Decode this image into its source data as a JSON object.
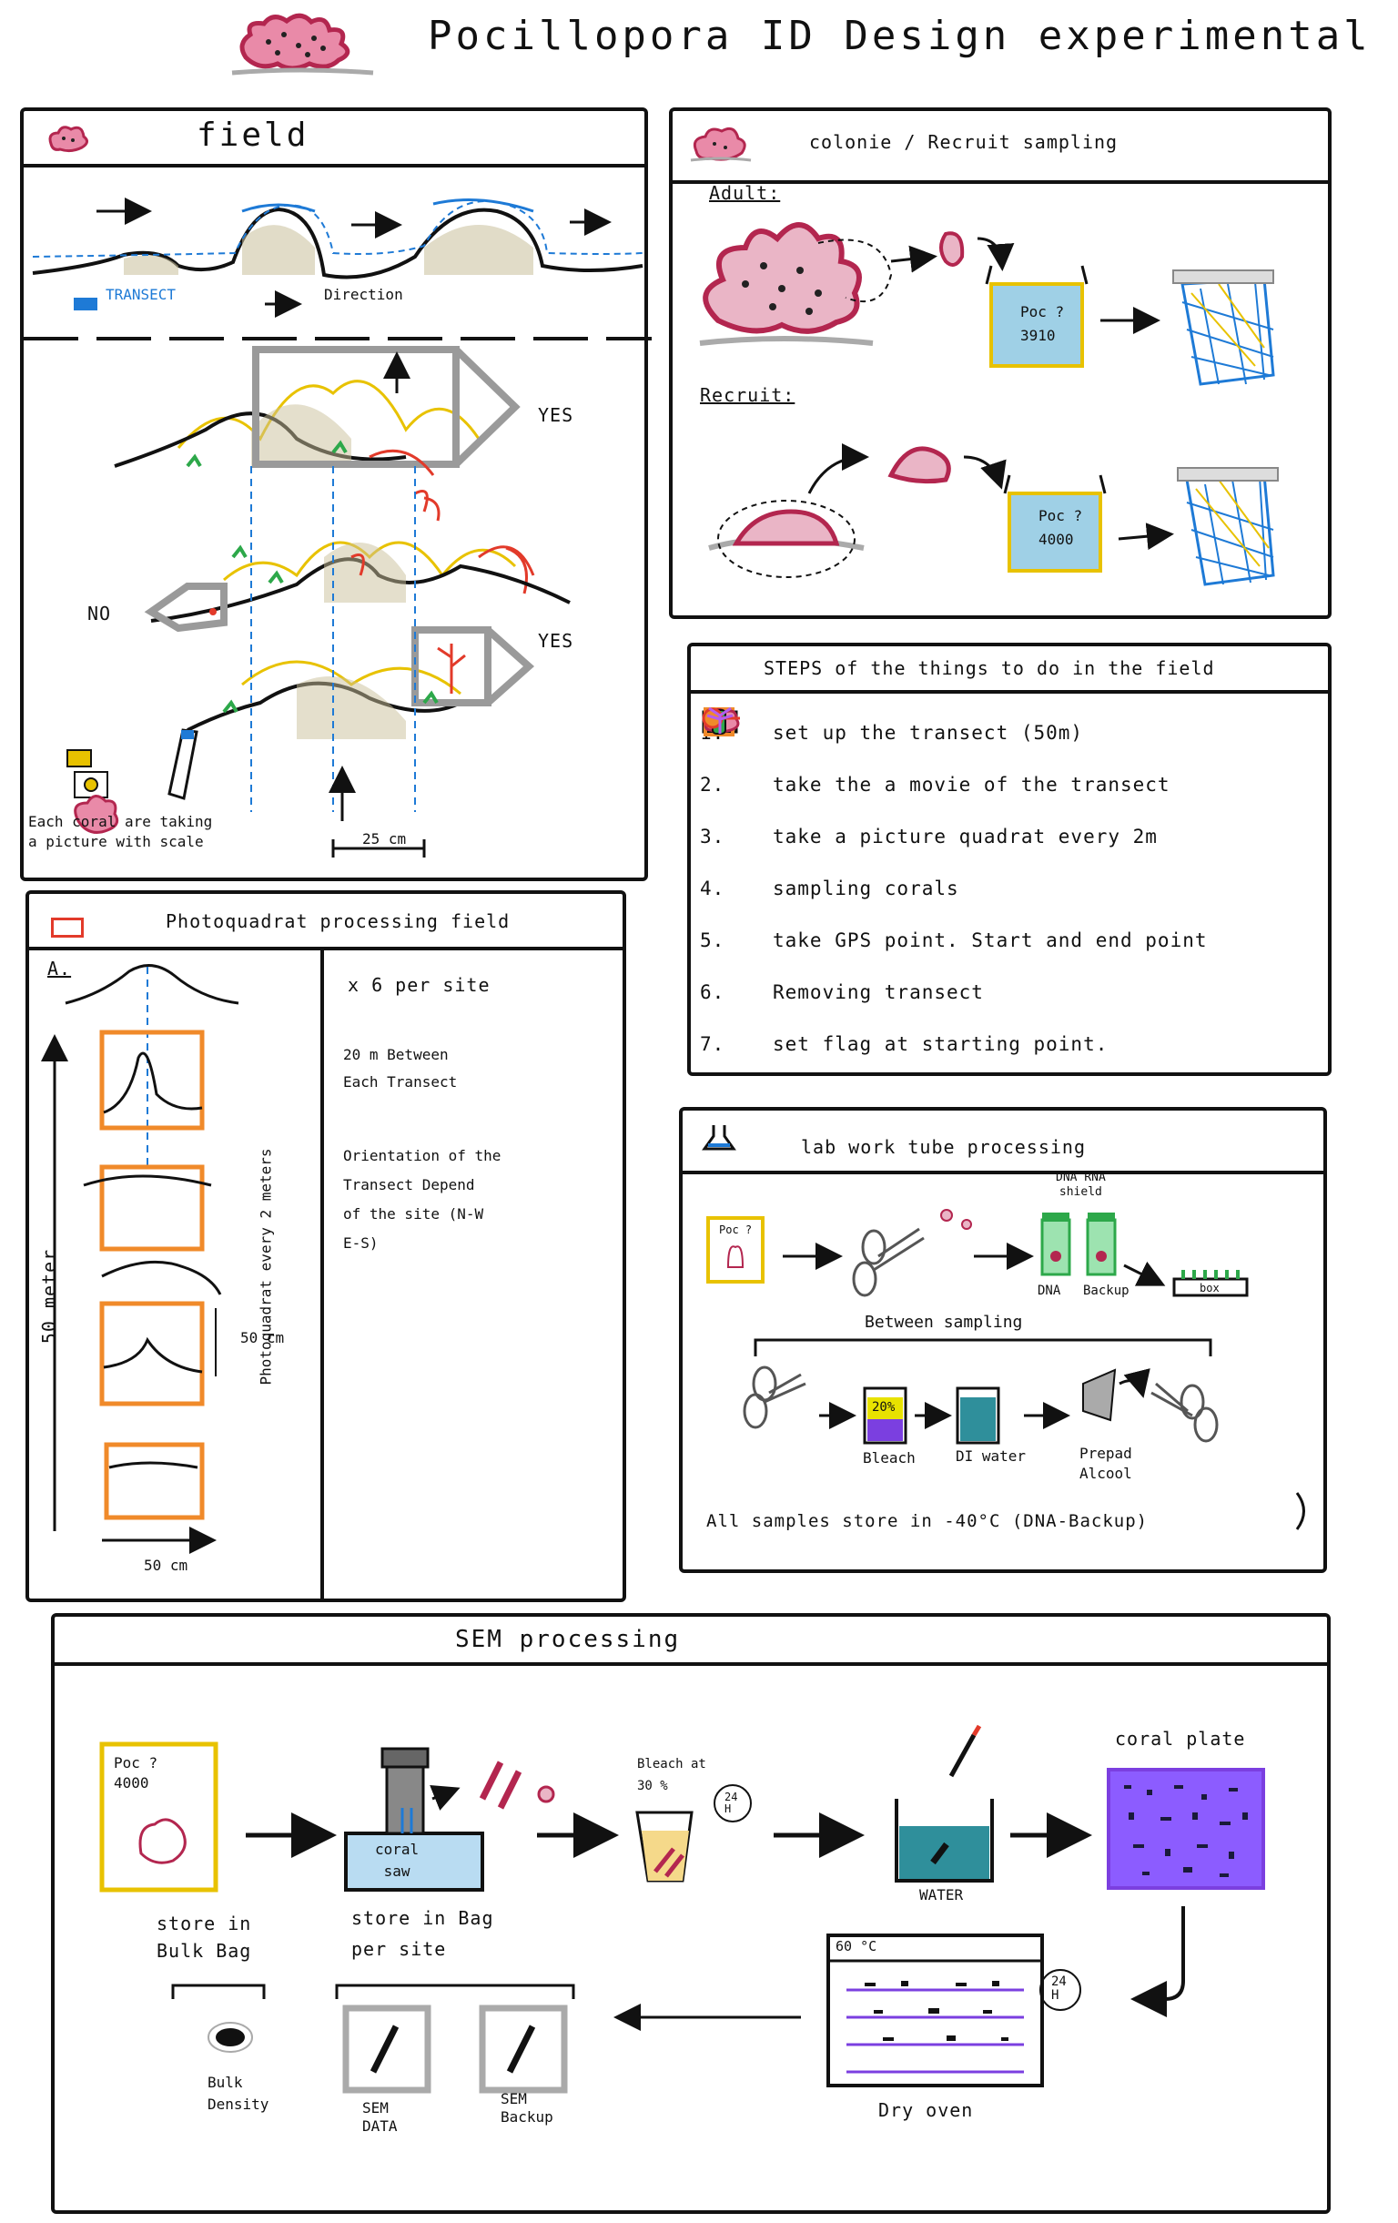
{
  "title": "Pocillopora ID Design experimental",
  "field": {
    "title": "field",
    "legend_transect": "TRANSECT",
    "legend_direction": "Direction",
    "yes1": "YES",
    "yes2": "YES",
    "no": "NO",
    "caption": "Each coral are taking\na picture with scale",
    "scale": "25 cm"
  },
  "colonie": {
    "title": "colonie / Recruit sampling",
    "adult": "Adult:",
    "recruit": "Recruit:",
    "tube1": "Poc ?\n3910",
    "tube2": "Poc ?\n4000"
  },
  "steps": {
    "title": "STEPS of the things to do in the field",
    "items": [
      {
        "num": "1.",
        "text": "set up the transect (50m)"
      },
      {
        "num": "2.",
        "text": "take the a movie of the transect"
      },
      {
        "num": "3.",
        "text": "take a picture quadrat every 2m"
      },
      {
        "num": "4.",
        "text": "sampling corals"
      },
      {
        "num": "5.",
        "text": "take GPS point. Start and end point"
      },
      {
        "num": "6.",
        "text": "Removing transect"
      },
      {
        "num": "7.",
        "text": "set flag at starting point."
      }
    ]
  },
  "photo": {
    "title": "Photoquadrat processing field",
    "a": "A.",
    "vertical_left": "50 meter",
    "vertical_mid": "Photoquadrat every 2 meters",
    "q_size": "50 cm",
    "bottom": "50 cm",
    "note1": "x 6 per site",
    "note2": "20 m Between\nEach Transect",
    "note3": "Orientation of the\nTransect Depend\nof the site (N-W\nE-S)"
  },
  "lab": {
    "title": "lab work tube processing",
    "tube": "Poc ?",
    "dna_shield": "DNA RNA\nshield",
    "dna": "DNA",
    "backup": "Backup",
    "box": "box",
    "between": "Between sampling",
    "bleach_pct": "20%",
    "bleach": "Bleach",
    "water": "DI water",
    "alcool": "Prepad\nAlcool",
    "store": "All samples store in -40°C (DNA-Backup)"
  },
  "sem": {
    "title": "SEM processing",
    "poc": "Poc ?\n4000",
    "saw": "coral\nsaw",
    "bleach": "Bleach at\n30 %",
    "time1": "24\nH",
    "water": "WATER",
    "plate": "coral plate",
    "store_bulk": "store in\nBulk Bag",
    "store_site": "store in Bag\nper site",
    "bulk_density": "Bulk\nDensity",
    "sem_data": "SEM\nDATA",
    "sem_backup": "SEM\nBackup",
    "oven_temp": "60 °C",
    "oven_time": "24\nH",
    "oven": "Dry oven"
  },
  "colors": {
    "coral": "#b3264f",
    "yellow": "#e8c200",
    "blue": "#1e7ad6",
    "orange": "#f08a2a",
    "green": "#2da84a",
    "teal": "#2f8f9b",
    "purple": "#7b3fe0",
    "gray": "#9a9a9a",
    "red": "#e23a2a"
  }
}
